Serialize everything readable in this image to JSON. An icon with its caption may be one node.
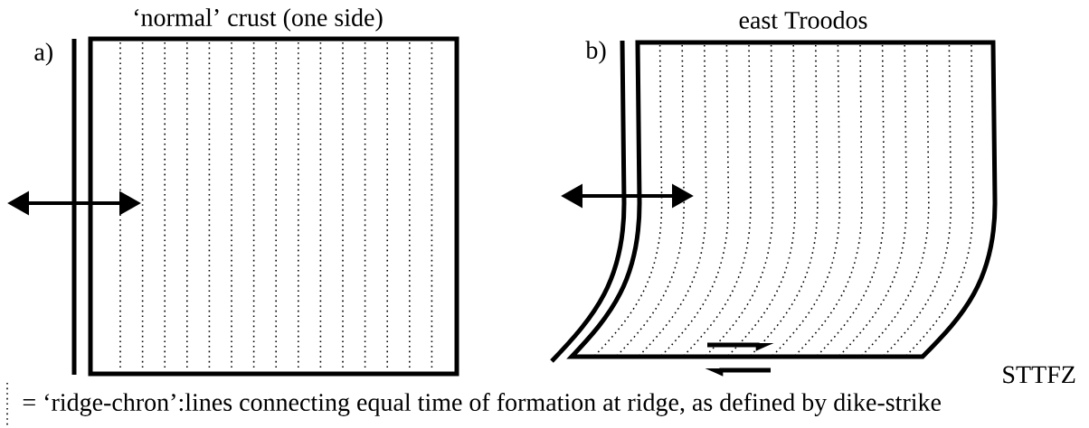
{
  "diagram": {
    "nodes": [
      {
        "text": [
          "‘normal’ crust (one side)"
        ]
      },
      {
        "text": [
          "east Troodos"
        ]
      }
    ],
    "labels": [
      "a)",
      "b)",
      "STTFZ"
    ],
    "legend": [
      {
        "text": "= ‘ridge-chron’:lines connecting equal time of formation at ridge, as defined by dike-strike"
      }
    ]
  }
}
